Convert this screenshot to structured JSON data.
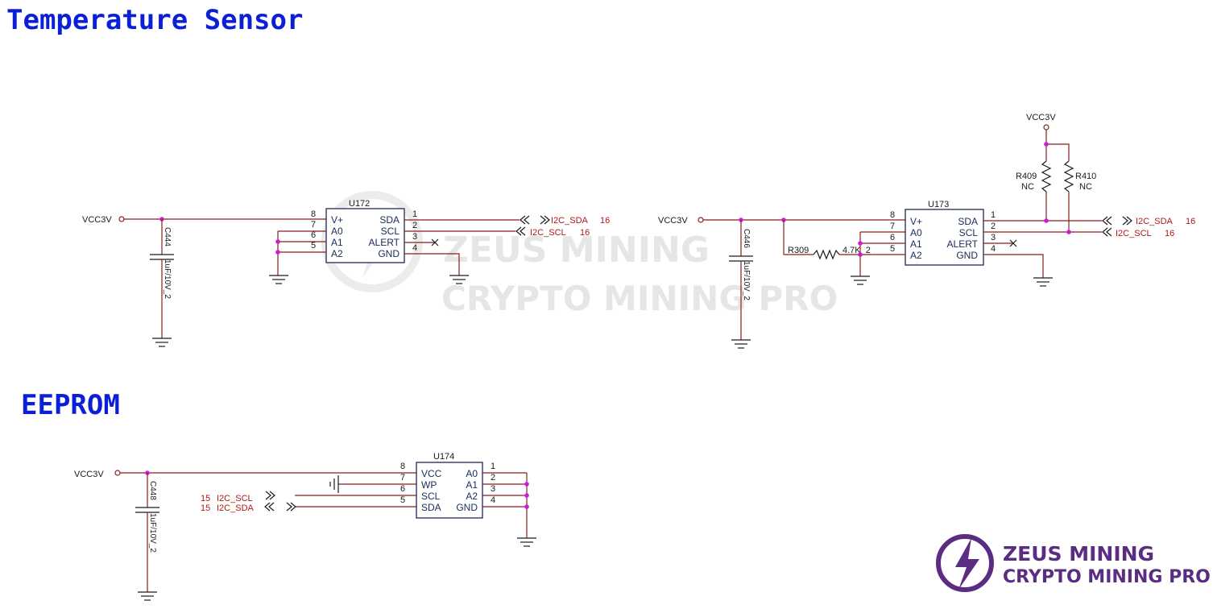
{
  "headings": {
    "temperature_sensor": "Temperature Sensor",
    "eeprom": "EEPROM"
  },
  "watermark": {
    "line1": "ZEUS MINING",
    "line2": "CRYPTO MINING PRO"
  },
  "logo": {
    "line1": "ZEUS MINING",
    "line2": "CRYPTO MINING PRO",
    "accent_color": "#5a2d82"
  },
  "colors": {
    "heading": "#0a1fd6",
    "wire": "#8a1e1e",
    "net_label": "#b01818",
    "junction": "#d21ad2"
  },
  "u172": {
    "ref": "U172",
    "power_label": "VCC3V",
    "cap_ref": "C444",
    "cap_value": "1uF/10V_2",
    "left_pins": [
      {
        "num": "8",
        "name": "V+"
      },
      {
        "num": "7",
        "name": "A0"
      },
      {
        "num": "6",
        "name": "A1"
      },
      {
        "num": "5",
        "name": "A2"
      }
    ],
    "right_pins": [
      {
        "num": "1",
        "name": "SDA"
      },
      {
        "num": "2",
        "name": "SCL"
      },
      {
        "num": "3",
        "name": "ALERT"
      },
      {
        "num": "4",
        "name": "GND"
      }
    ],
    "nets": [
      {
        "name": "I2C_SDA",
        "page": "16"
      },
      {
        "name": "I2C_SCL",
        "page": "16"
      }
    ]
  },
  "u173": {
    "ref": "U173",
    "power_label": "VCC3V",
    "cap_ref": "C446",
    "cap_value": "1uF/10V_2",
    "res_ref": "R309",
    "res_value": "4.7K_2",
    "pullup_power": "VCC3V",
    "pullups": [
      {
        "ref": "R409",
        "value": "NC"
      },
      {
        "ref": "R410",
        "value": "NC"
      }
    ],
    "left_pins": [
      {
        "num": "8",
        "name": "V+"
      },
      {
        "num": "7",
        "name": "A0"
      },
      {
        "num": "6",
        "name": "A1"
      },
      {
        "num": "5",
        "name": "A2"
      }
    ],
    "right_pins": [
      {
        "num": "1",
        "name": "SDA"
      },
      {
        "num": "2",
        "name": "SCL"
      },
      {
        "num": "3",
        "name": "ALERT"
      },
      {
        "num": "4",
        "name": "GND"
      }
    ],
    "nets": [
      {
        "name": "I2C_SDA",
        "page": "16"
      },
      {
        "name": "I2C_SCL",
        "page": "16"
      }
    ]
  },
  "u174": {
    "ref": "U174",
    "power_label": "VCC3V",
    "cap_ref": "C448",
    "cap_value": "1uF/10V_2",
    "left_pins": [
      {
        "num": "8",
        "name": "VCC"
      },
      {
        "num": "7",
        "name": "WP"
      },
      {
        "num": "6",
        "name": "SCL"
      },
      {
        "num": "5",
        "name": "SDA"
      }
    ],
    "right_pins": [
      {
        "num": "1",
        "name": "A0"
      },
      {
        "num": "2",
        "name": "A1"
      },
      {
        "num": "3",
        "name": "A2"
      },
      {
        "num": "4",
        "name": "GND"
      }
    ],
    "nets": [
      {
        "name": "I2C_SCL",
        "page": "15"
      },
      {
        "name": "I2C_SDA",
        "page": "15"
      }
    ]
  }
}
